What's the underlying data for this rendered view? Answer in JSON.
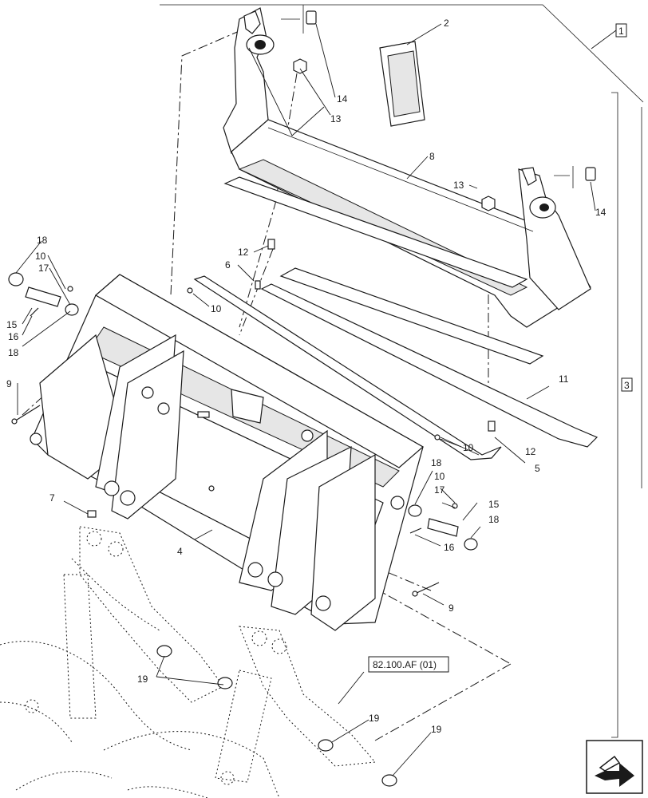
{
  "callouts": {
    "c1": "1",
    "c2": "2",
    "c3": "3",
    "c4": "4",
    "c5": "5",
    "c6": "6",
    "c7": "7",
    "c8": "8",
    "c9a": "9",
    "c9b": "9",
    "c10a": "10",
    "c10b": "10",
    "c10c": "10",
    "c10d": "10",
    "c11": "11",
    "c12a": "12",
    "c12b": "12",
    "c13a": "13",
    "c13b": "13",
    "c14a": "14",
    "c14b": "14",
    "c15a": "15",
    "c15b": "15",
    "c16a": "16",
    "c16b": "16",
    "c17a": "17",
    "c17b": "17",
    "c18a": "18",
    "c18b": "18",
    "c18c": "18",
    "c18d": "18",
    "c19a": "19",
    "c19b": "19",
    "c19c": "19"
  },
  "reference": {
    "label": "82.100.AF (01)"
  },
  "nav": {
    "icon": "next-page-arrow-icon"
  }
}
